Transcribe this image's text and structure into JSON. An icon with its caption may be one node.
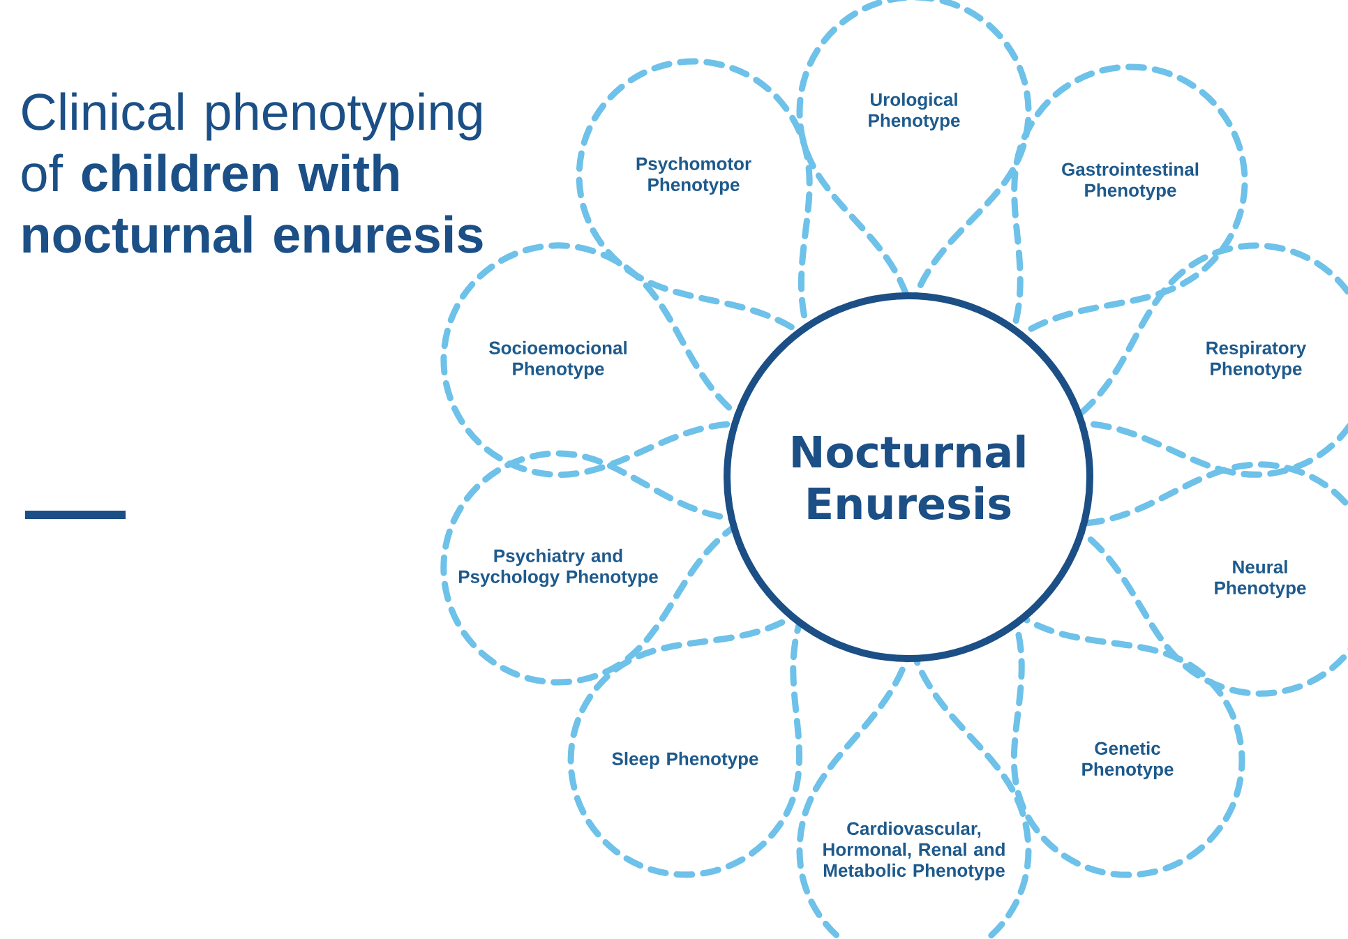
{
  "diagram": {
    "title": "Clinical phenotyping of **children with nocturnal enuresis**",
    "nodes": [
      {
        "text": [
          "Nocturnal Enuresis"
        ]
      },
      {
        "text": [
          "Urological Phenotype"
        ]
      },
      {
        "text": [
          "Gastrointestinal Phenotype"
        ]
      },
      {
        "text": [
          "Respiratory Phenotype"
        ]
      },
      {
        "text": [
          "Neural Phenotype"
        ]
      },
      {
        "text": [
          "Genetic Phenotype"
        ]
      },
      {
        "text": [
          "Cardiovascular, Hormonal, Renal and Metabolic Phenotype"
        ]
      },
      {
        "text": [
          "Sleep Phenotype"
        ]
      },
      {
        "text": [
          "Psychiatry and Psychology Phenotype"
        ]
      },
      {
        "text": [
          "Socioemocional Phenotype"
        ]
      },
      {
        "text": [
          "Psychomotor Phenotype"
        ]
      }
    ]
  }
}
